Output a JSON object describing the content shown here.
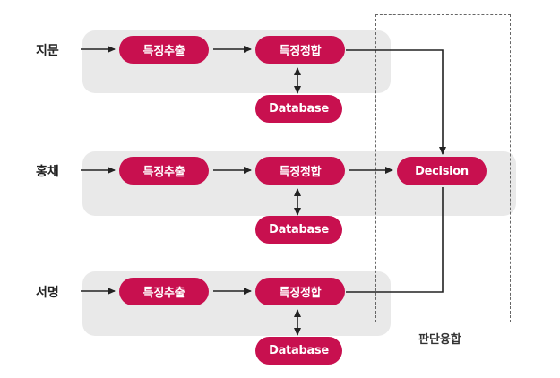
{
  "rows": [
    {
      "label": "지문",
      "extract": "특징추출",
      "match": "특징정합",
      "database": "Database"
    },
    {
      "label": "홍채",
      "extract": "특징추출",
      "match": "특징정합",
      "database": "Database"
    },
    {
      "label": "서명",
      "extract": "특징추출",
      "match": "특징정합",
      "database": "Database"
    }
  ],
  "decision": "Decision",
  "fusion_caption": "판단융합",
  "colors": {
    "accent": "#c8104f",
    "band": "#e9e9e9",
    "line": "#222222"
  }
}
